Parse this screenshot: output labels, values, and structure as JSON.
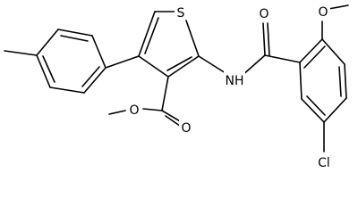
{
  "molecule": {
    "atoms": {
      "S": "S",
      "NH": "NH",
      "O_carbonyl": "O",
      "O_methoxy": "O",
      "O_ester_carbonyl": "O",
      "O_ester": "O",
      "Cl": "Cl"
    }
  }
}
